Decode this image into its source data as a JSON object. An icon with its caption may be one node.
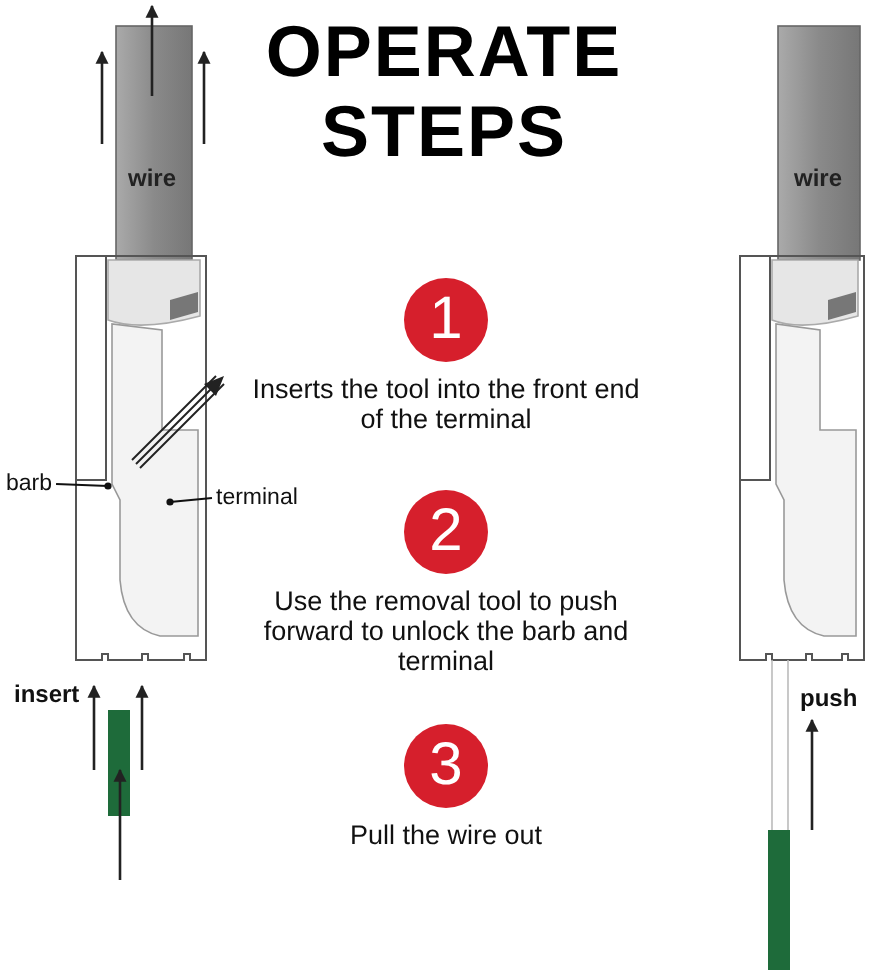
{
  "diagram": {
    "title": "OPERATE STEPS",
    "nodes": [
      {
        "text": [
          "1"
        ],
        "beside": [
          "Inserts the tool into the front end of the terminal"
        ]
      },
      {
        "text": [
          "2"
        ],
        "beside": [
          "Use the removal tool to push forward to unlock the barb and terminal"
        ]
      },
      {
        "text": [
          "3"
        ],
        "beside": [
          "Pull the wire out"
        ]
      },
      {
        "text": [
          "barb"
        ]
      },
      {
        "text": [
          "terminal"
        ]
      }
    ],
    "edges": [
      {
        "from": 3,
        "to": null,
        "arrow": "other"
      },
      {
        "from": 4,
        "to": null,
        "arrow": "other"
      }
    ],
    "labels": [
      "wire",
      "insert",
      "wire",
      "push"
    ]
  }
}
